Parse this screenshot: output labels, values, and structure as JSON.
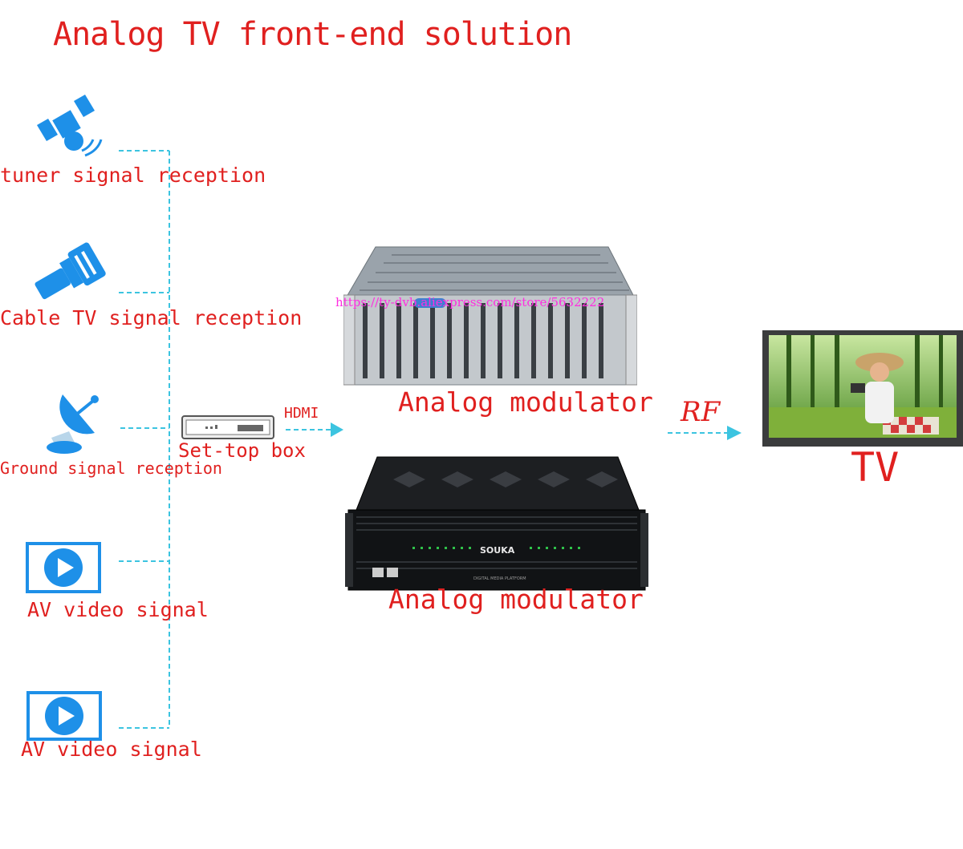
{
  "title": "Analog TV front-end solution",
  "sources": [
    {
      "label": "tuner signal reception",
      "icon": "satellite-icon"
    },
    {
      "label": "Cable TV signal reception",
      "icon": "cable-tv-icon"
    },
    {
      "label": "Ground signal reception",
      "icon": "ground-dish-icon"
    },
    {
      "label": "AV video signal",
      "icon": "play-icon"
    },
    {
      "label": "AV video signal",
      "icon": "play-icon"
    }
  ],
  "settop": {
    "label": "Set-top box"
  },
  "hdmi": "HDMI",
  "modulators": [
    {
      "label": "Analog modulator"
    },
    {
      "label": "Analog modulator",
      "brand": "SOUKA",
      "subtext": "DIGITAL MEDIA PLATFORM"
    }
  ],
  "watermark": "https://ty-dvb.aliexpress.com/store/5632222",
  "rf": "RF",
  "tv": {
    "label": "TV"
  },
  "colors": {
    "accent_red": "#e0201f",
    "icon_blue": "#1e90e8",
    "line_cyan": "#3cc4e0"
  }
}
